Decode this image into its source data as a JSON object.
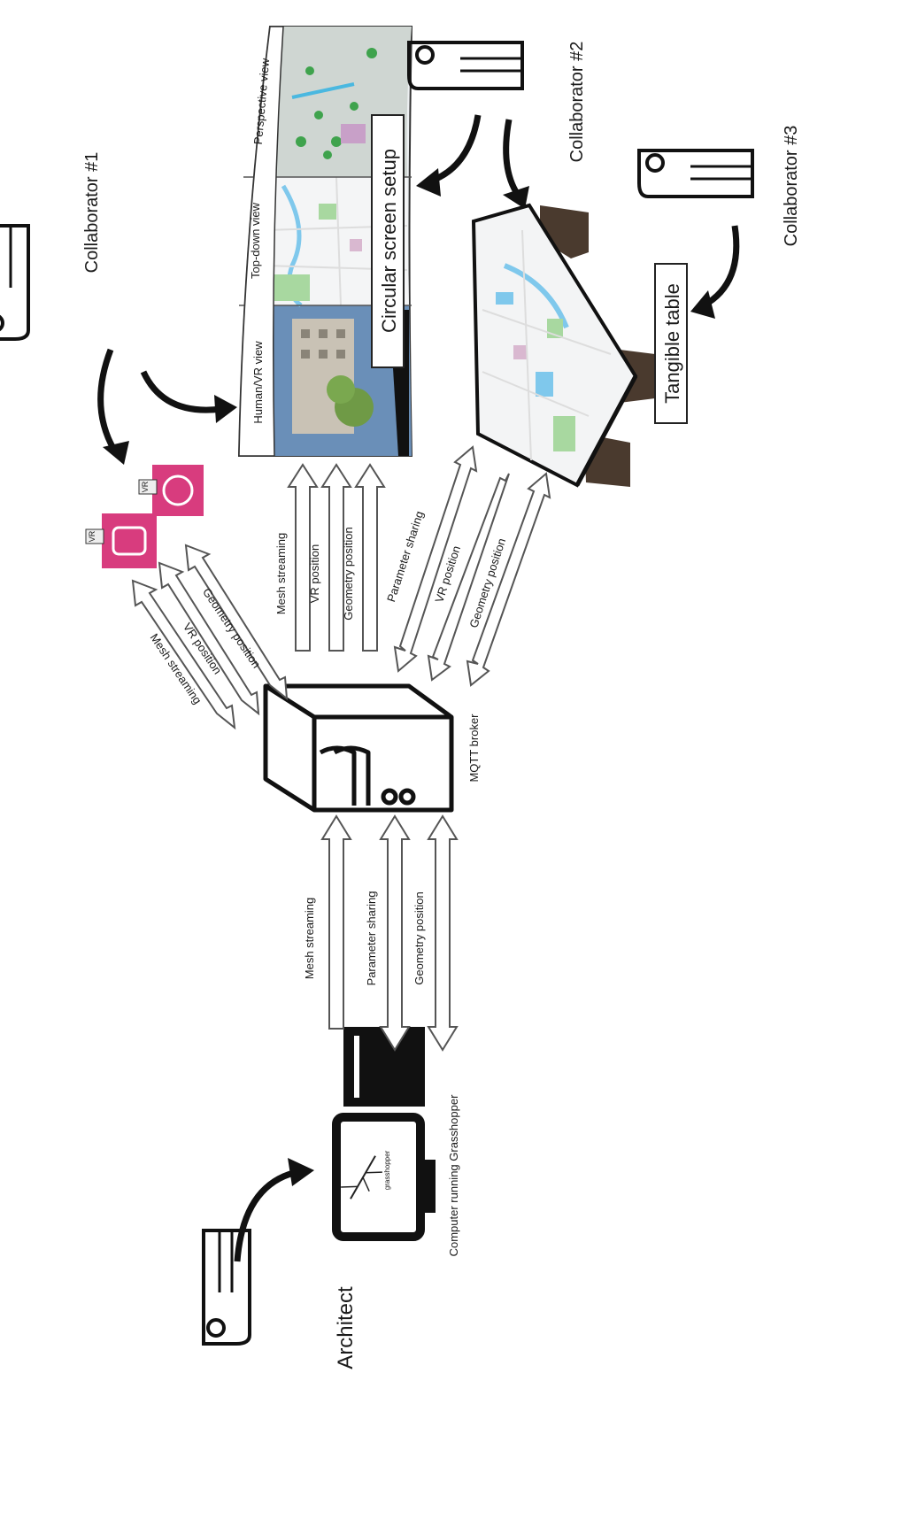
{
  "people": {
    "architect": "Architect",
    "collaborator_1": "Collaborator #1",
    "collaborator_2": "Collaborator #2",
    "collaborator_3": "Collaborator #3"
  },
  "devices": {
    "computer": "Computer running Grasshopper",
    "computer_screen_logo": "grasshopper",
    "broker": "MQTT broker",
    "circular_screen": "Circular screen setup",
    "tangible_table": "Tangible table",
    "vr_badge": "VR"
  },
  "screen_panels": {
    "left": "Human/VR view",
    "middle": "Top-down view",
    "right": "Perspective view"
  },
  "flows": {
    "computer_to_broker": [
      "Mesh streaming",
      "Parameter sharing",
      "Geometry position"
    ],
    "broker_to_screen": [
      "Mesh streaming",
      "VR position",
      "Geometry position"
    ],
    "broker_to_table": [
      "Parameter sharing",
      "VR position",
      "Geometry position"
    ],
    "broker_to_vr": [
      "Mesh streaming",
      "VR position",
      "Geometry position"
    ]
  },
  "colors": {
    "vr_headset": "#d83c7e",
    "map_water": "#7fc8ec",
    "map_park": "#a8d8a0",
    "table_leg": "#4a3a2e"
  }
}
